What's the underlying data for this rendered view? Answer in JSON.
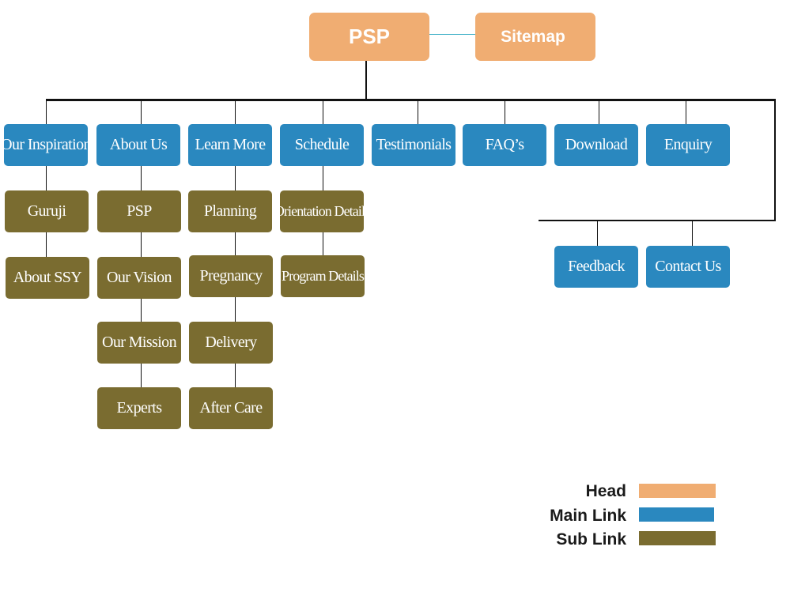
{
  "head": {
    "root": "PSP",
    "sitemap": "Sitemap"
  },
  "main_links": {
    "our_inspiration": "Our Inspiration",
    "about_us": "About Us",
    "learn_more": "Learn More",
    "schedule": "Schedule",
    "testimonials": "Testimonials",
    "faqs": "FAQ’s",
    "download": "Download",
    "enquiry": "Enquiry",
    "feedback": "Feedback",
    "contact_us": "Contact Us"
  },
  "sub_links": {
    "our_inspiration": [
      "Guruji",
      "About SSY"
    ],
    "about_us": [
      "PSP",
      "Our Vision",
      "Our Mission",
      "Experts"
    ],
    "learn_more": [
      "Planning",
      "Pregnancy",
      "Delivery",
      "After Care"
    ],
    "schedule": [
      "Orientation Details",
      "Program Details"
    ]
  },
  "legend": [
    {
      "label": "Head",
      "color": "#f0ad72"
    },
    {
      "label": "Main Link",
      "color": "#2a88bf"
    },
    {
      "label": "Sub Link",
      "color": "#7a6c30"
    }
  ],
  "colors": {
    "head": "#f0ad72",
    "main_link": "#2a88bf",
    "sub_link": "#7a6c30",
    "connector": "#111111",
    "head_connector": "#3fb0c8"
  }
}
